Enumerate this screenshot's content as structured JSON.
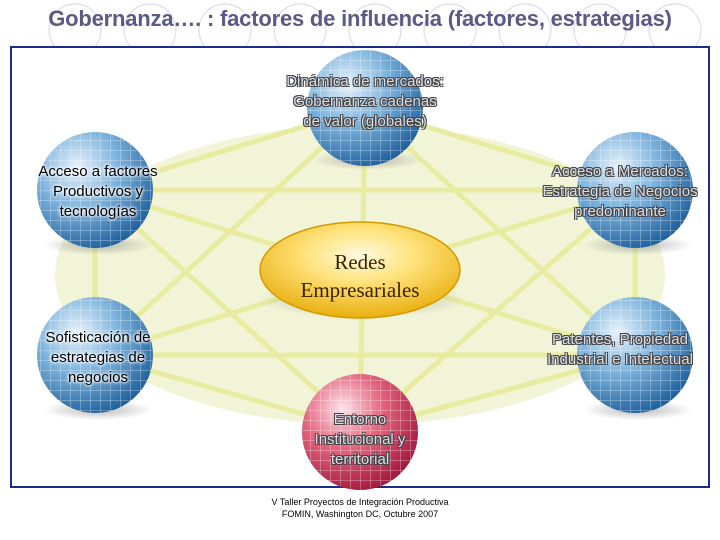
{
  "title": "Gobernanza…. : factores de influencia (factores, estrategias)",
  "nodes": {
    "top": {
      "lines": [
        "Dinámica de mercados:",
        "Gobernanza cadenas",
        "de valor (globales)"
      ]
    },
    "upper_left": {
      "lines": [
        "Acceso a factores",
        "Productivos y",
        "tecnologías"
      ]
    },
    "upper_right": {
      "lines": [
        "Acceso a Mercados:",
        "Estrategia de Negocios",
        "predominante"
      ]
    },
    "lower_left": {
      "lines": [
        "Sofisticación de",
        "estrategias de",
        "negocios"
      ]
    },
    "lower_right": {
      "lines": [
        "Patentes, Propiedad",
        "Industrial e Intelectual"
      ]
    },
    "bottom": {
      "lines": [
        "Entorno",
        "Institucional y",
        "territorial"
      ]
    }
  },
  "center": {
    "lines": [
      "Redes",
      "Empresariales"
    ]
  },
  "footer": {
    "lines": [
      "V Taller Proyectos de Integración Productiva",
      "FOMIN, Washington DC, Octubre 2007"
    ]
  },
  "colors": {
    "title": "#5a5a86",
    "frame": "#1c2e8c",
    "blue_globe": "#2f7fc0",
    "red_globe": "#c8284e",
    "center_fill": "#f5c400",
    "background_ellipse": "#f1f4d6"
  }
}
